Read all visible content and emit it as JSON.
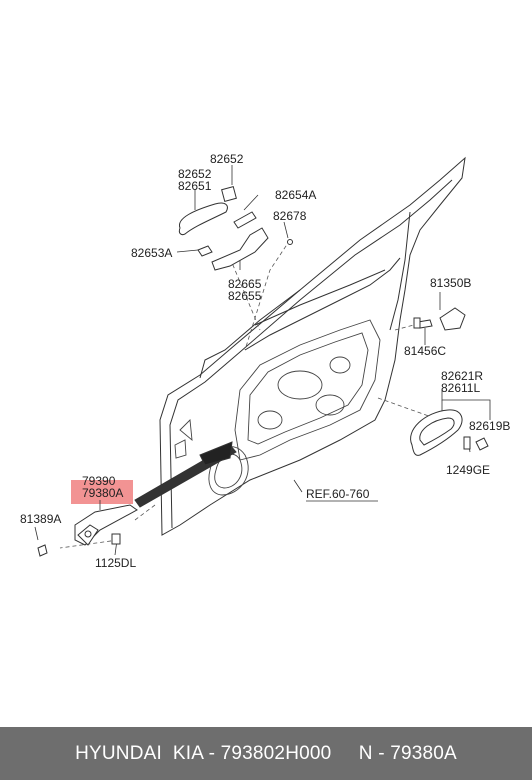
{
  "diagram": {
    "labels": {
      "p82652a": "82652",
      "p82652b": "82652",
      "p82651": "82651",
      "p82654A": "82654A",
      "p82678": "82678",
      "p82653A": "82653A",
      "p82665": "82665",
      "p82655": "82655",
      "p81350B": "81350B",
      "p81456C": "81456C",
      "p82621R": "82621R",
      "p82611L": "82611L",
      "p82619B": "82619B",
      "p1249GE": "1249GE",
      "ref": "REF.60-760",
      "p79390": "79390",
      "p79380A": "79380A",
      "p81389A": "81389A",
      "p1125DL": "1125DL"
    },
    "highlight_color": "#f08080"
  },
  "footer": {
    "text": "HYUNDAI  KIA - 793802H000     N - 79380A"
  }
}
